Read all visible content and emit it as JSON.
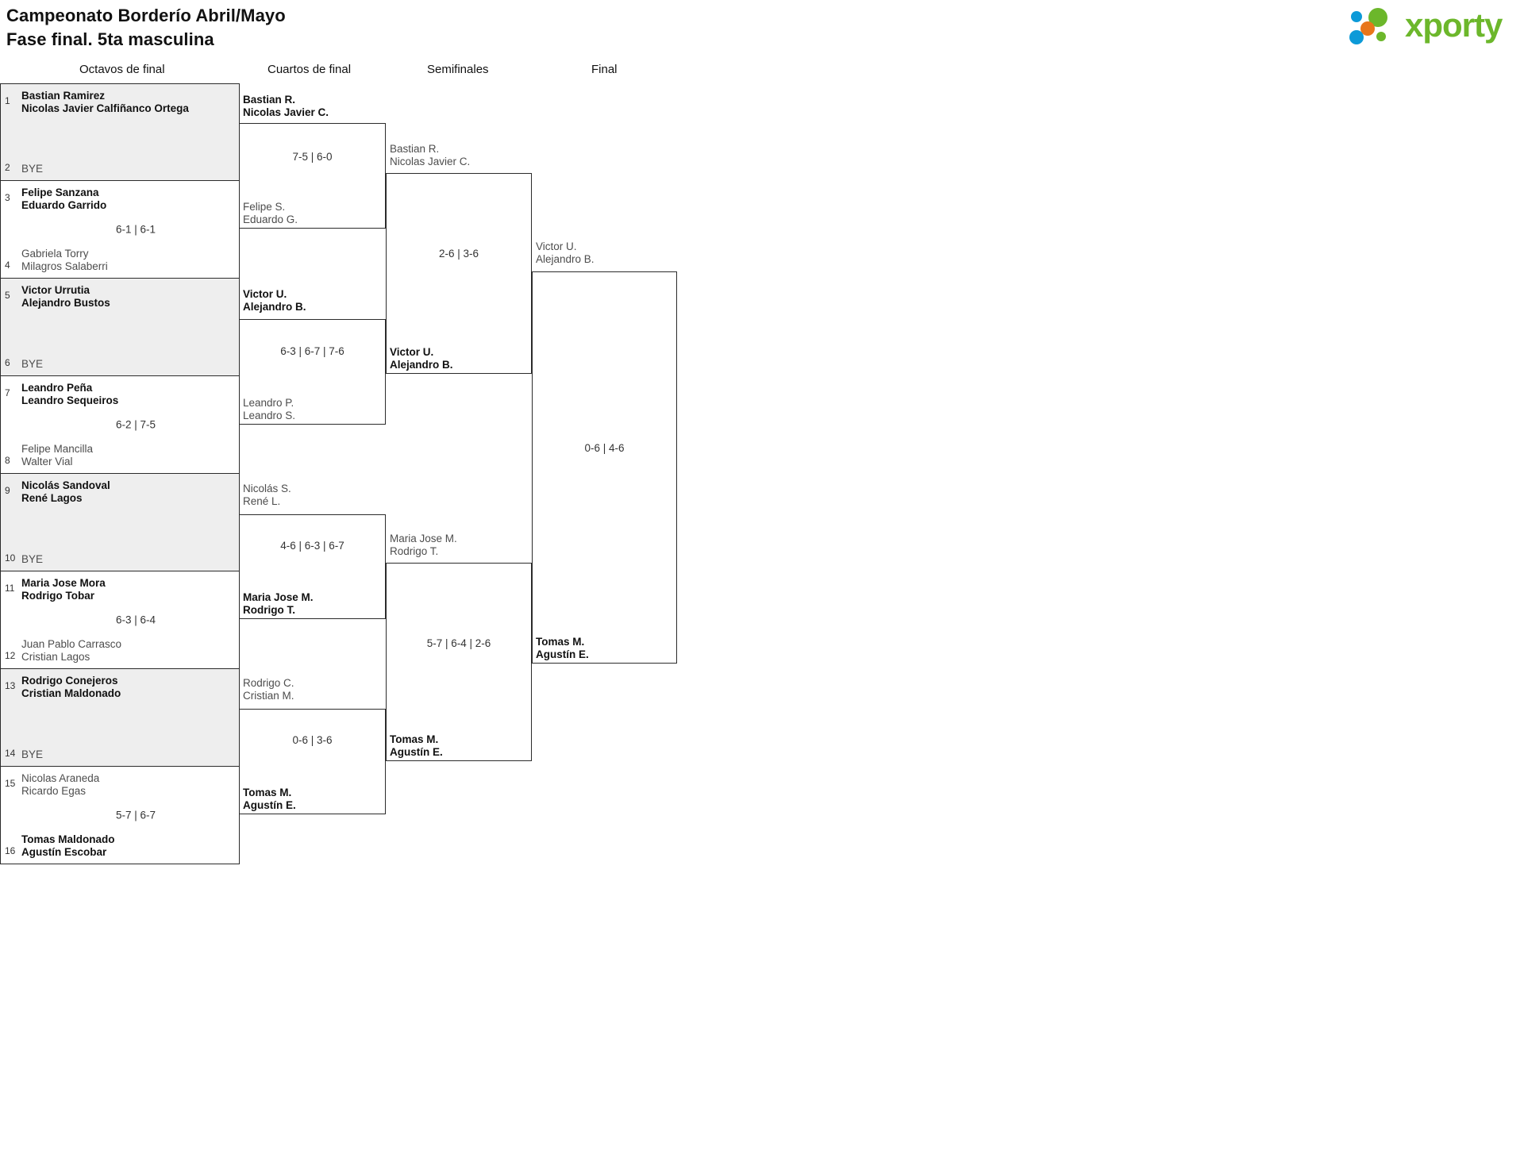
{
  "header": {
    "title_line1": "Campeonato Borderío Abril/Mayo",
    "title_line2": "Fase final. 5ta masculina"
  },
  "logo": {
    "wordmark": "xporty",
    "green": "#6cb72b",
    "blue": "#0c9ad8",
    "orange": "#e8761a"
  },
  "rounds": [
    {
      "label": "Octavos de final"
    },
    {
      "label": "Cuartos de final"
    },
    {
      "label": "Semifinales"
    },
    {
      "label": "Final"
    }
  ],
  "bracket": {
    "round1": [
      {
        "seed_top": "1",
        "seed_bottom": "2",
        "top": {
          "names": [
            "Bastian Ramirez",
            "Nicolas Javier Calfiñanco Ortega"
          ],
          "status": "winner"
        },
        "bottom": {
          "names": [
            "BYE"
          ],
          "status": "bye"
        },
        "score": ""
      },
      {
        "seed_top": "3",
        "seed_bottom": "4",
        "top": {
          "names": [
            "Felipe Sanzana",
            "Eduardo Garrido"
          ],
          "status": "winner"
        },
        "bottom": {
          "names": [
            "Gabriela Torry",
            "Milagros Salaberri"
          ],
          "status": "loser"
        },
        "score": "6-1 | 6-1"
      },
      {
        "seed_top": "5",
        "seed_bottom": "6",
        "top": {
          "names": [
            "Victor Urrutia",
            "Alejandro Bustos"
          ],
          "status": "winner"
        },
        "bottom": {
          "names": [
            "BYE"
          ],
          "status": "bye"
        },
        "score": ""
      },
      {
        "seed_top": "7",
        "seed_bottom": "8",
        "top": {
          "names": [
            "Leandro Peña",
            "Leandro Sequeiros"
          ],
          "status": "winner"
        },
        "bottom": {
          "names": [
            "Felipe Mancilla",
            "Walter Vial"
          ],
          "status": "loser"
        },
        "score": "6-2 | 7-5"
      },
      {
        "seed_top": "9",
        "seed_bottom": "10",
        "top": {
          "names": [
            "Nicolás Sandoval",
            "René Lagos"
          ],
          "status": "winner"
        },
        "bottom": {
          "names": [
            "BYE"
          ],
          "status": "bye"
        },
        "score": ""
      },
      {
        "seed_top": "11",
        "seed_bottom": "12",
        "top": {
          "names": [
            "Maria Jose Mora",
            "Rodrigo Tobar"
          ],
          "status": "winner"
        },
        "bottom": {
          "names": [
            "Juan Pablo Carrasco",
            "Cristian Lagos"
          ],
          "status": "loser"
        },
        "score": "6-3 | 6-4"
      },
      {
        "seed_top": "13",
        "seed_bottom": "14",
        "top": {
          "names": [
            "Rodrigo Conejeros",
            "Cristian Maldonado"
          ],
          "status": "winner"
        },
        "bottom": {
          "names": [
            "BYE"
          ],
          "status": "bye"
        },
        "score": ""
      },
      {
        "seed_top": "15",
        "seed_bottom": "16",
        "top": {
          "names": [
            "Nicolas Araneda",
            "Ricardo Egas"
          ],
          "status": "loser"
        },
        "bottom": {
          "names": [
            "Tomas Maldonado",
            "Agustín Escobar"
          ],
          "status": "winner"
        },
        "score": "5-7 | 6-7"
      }
    ],
    "round2": [
      {
        "top": {
          "names": [
            "Bastian R.",
            "Nicolas Javier C."
          ],
          "status": "winner"
        },
        "bottom": {
          "names": [
            "Felipe S.",
            "Eduardo G."
          ],
          "status": "loser"
        },
        "score": "7-5 | 6-0"
      },
      {
        "top": {
          "names": [
            "Victor U.",
            "Alejandro B."
          ],
          "status": "winner"
        },
        "bottom": {
          "names": [
            "Leandro P.",
            "Leandro S."
          ],
          "status": "loser"
        },
        "score": "6-3 | 6-7 | 7-6"
      },
      {
        "top": {
          "names": [
            "Nicolás S.",
            "René L."
          ],
          "status": "loser"
        },
        "bottom": {
          "names": [
            "Maria Jose M.",
            "Rodrigo T."
          ],
          "status": "winner"
        },
        "score": "4-6 | 6-3 | 6-7"
      },
      {
        "top": {
          "names": [
            "Rodrigo C.",
            "Cristian M."
          ],
          "status": "loser"
        },
        "bottom": {
          "names": [
            "Tomas M.",
            "Agustín E."
          ],
          "status": "winner"
        },
        "score": "0-6 | 3-6"
      }
    ],
    "round3": [
      {
        "top": {
          "names": [
            "Bastian R.",
            "Nicolas Javier C."
          ],
          "status": "loser"
        },
        "bottom": {
          "names": [
            "Victor U.",
            "Alejandro B."
          ],
          "status": "winner"
        },
        "score": "2-6 | 3-6"
      },
      {
        "top": {
          "names": [
            "Maria Jose M.",
            "Rodrigo T."
          ],
          "status": "loser"
        },
        "bottom": {
          "names": [
            "Tomas M.",
            "Agustín E."
          ],
          "status": "winner"
        },
        "score": "5-7 | 6-4 | 2-6"
      }
    ],
    "round4": [
      {
        "top": {
          "names": [
            "Victor U.",
            "Alejandro B."
          ],
          "status": "loser"
        },
        "bottom": {
          "names": [
            "Tomas M.",
            "Agustín E."
          ],
          "status": "winner"
        },
        "score": "0-6 | 4-6"
      }
    ]
  }
}
